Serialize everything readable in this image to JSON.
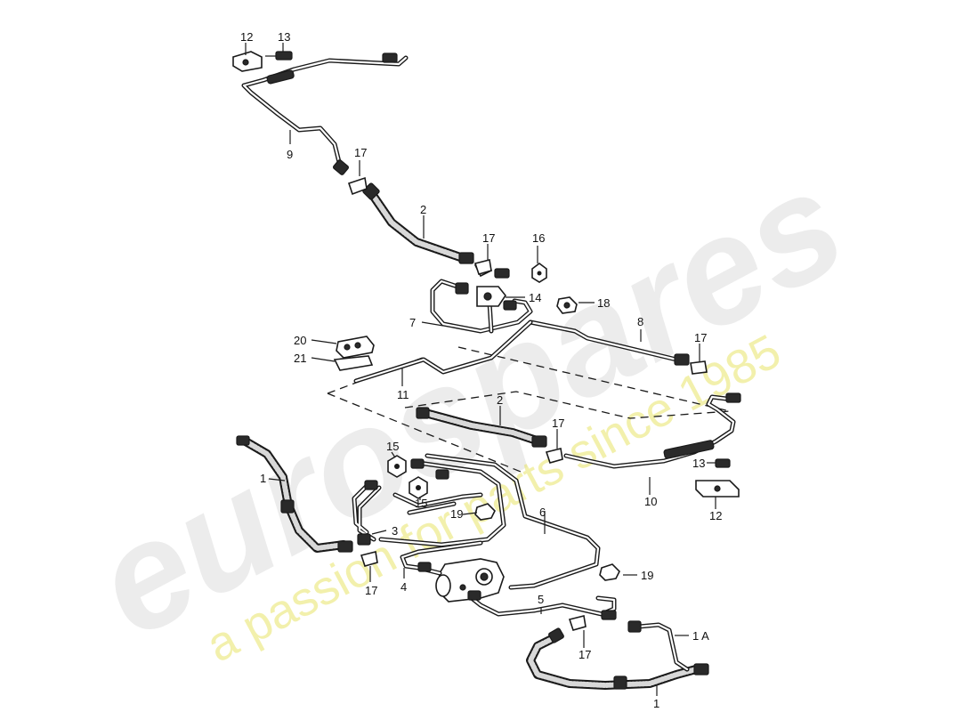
{
  "watermark": {
    "brand": "eurospares",
    "tagline": "a passion for parts since 1985",
    "brand_color": "#c8c8c8",
    "tagline_color": "#e8e06a"
  },
  "callouts": {
    "c1_top": "1",
    "c1_bottom": "1",
    "c1a": "1 A",
    "c2_upper": "2",
    "c2_lower": "2",
    "c3": "3",
    "c4": "4",
    "c5": "5",
    "c6": "6",
    "c7": "7",
    "c8": "8",
    "c9": "9",
    "c10": "10",
    "c11": "11",
    "c12_top": "12",
    "c12_right": "12",
    "c13_top": "13",
    "c13_right": "13",
    "c14": "14",
    "c15_a": "15",
    "c15_b": "15",
    "c16": "16",
    "c17_a": "17",
    "c17_b": "17",
    "c17_c": "17",
    "c17_d": "17",
    "c17_e": "17",
    "c17_f": "17",
    "c18": "18",
    "c19_a": "19",
    "c19_b": "19",
    "c20": "20",
    "c21": "21"
  }
}
